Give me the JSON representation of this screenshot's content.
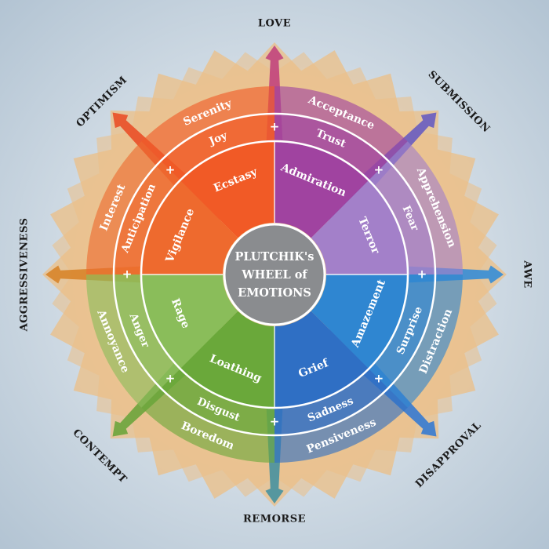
{
  "title_lines": [
    "PLUTCHIK's",
    "WHEEL of",
    "EMOTIONS"
  ],
  "colors": {
    "background_center": "#f1f5f8",
    "background_edge": "#b3c4d3",
    "star": "#ecbf86",
    "center_disc": "#8a8c8f",
    "divider": "#ffffff"
  },
  "sectors": [
    {
      "id": "joy-sector",
      "color": "#f15a26",
      "inner_text": "Ecstasy",
      "middle_text": "Joy",
      "outer_text": "Serenity"
    },
    {
      "id": "trust-sector",
      "color": "#a043a0",
      "inner_text": "Admiration",
      "middle_text": "Trust",
      "outer_text": "Acceptance"
    },
    {
      "id": "fear-sector",
      "color": "#a380c9",
      "inner_text": "Terror",
      "middle_text": "Fear",
      "outer_text": "Apprehension"
    },
    {
      "id": "surprise-sector",
      "color": "#2f86d1",
      "inner_text": "Amazement",
      "middle_text": "Surprise",
      "outer_text": "Distraction"
    },
    {
      "id": "sadness-sector",
      "color": "#2f6fc4",
      "inner_text": "Grief",
      "middle_text": "Sadness",
      "outer_text": "Pensiveness"
    },
    {
      "id": "disgust-sector",
      "color": "#6aa83a",
      "inner_text": "Loathing",
      "middle_text": "Disgust",
      "outer_text": "Boredom"
    },
    {
      "id": "anger-sector",
      "color": "#8abd5a",
      "inner_text": "Rage",
      "middle_text": "Anger",
      "outer_text": "Annoyance"
    },
    {
      "id": "anticipation-sector",
      "color": "#ee6a2e",
      "inner_text": "Vigilance",
      "middle_text": "Anticipation",
      "outer_text": "Interest"
    }
  ],
  "dyads": [
    {
      "label": "LOVE",
      "color": "#c2477e"
    },
    {
      "label": "SUBMISSION",
      "color": "#6a5ec0"
    },
    {
      "label": "AWE",
      "color": "#3a8ed6"
    },
    {
      "label": "DISAPPROVAL",
      "color": "#3a7cd0"
    },
    {
      "label": "REMORSE",
      "color": "#4a92a0"
    },
    {
      "label": "CONTEMPT",
      "color": "#6fa53e"
    },
    {
      "label": "AGGRESSIVENESS",
      "color": "#d8862c"
    },
    {
      "label": "OPTIMISM",
      "color": "#e9512a"
    }
  ],
  "plus_sign": "+"
}
